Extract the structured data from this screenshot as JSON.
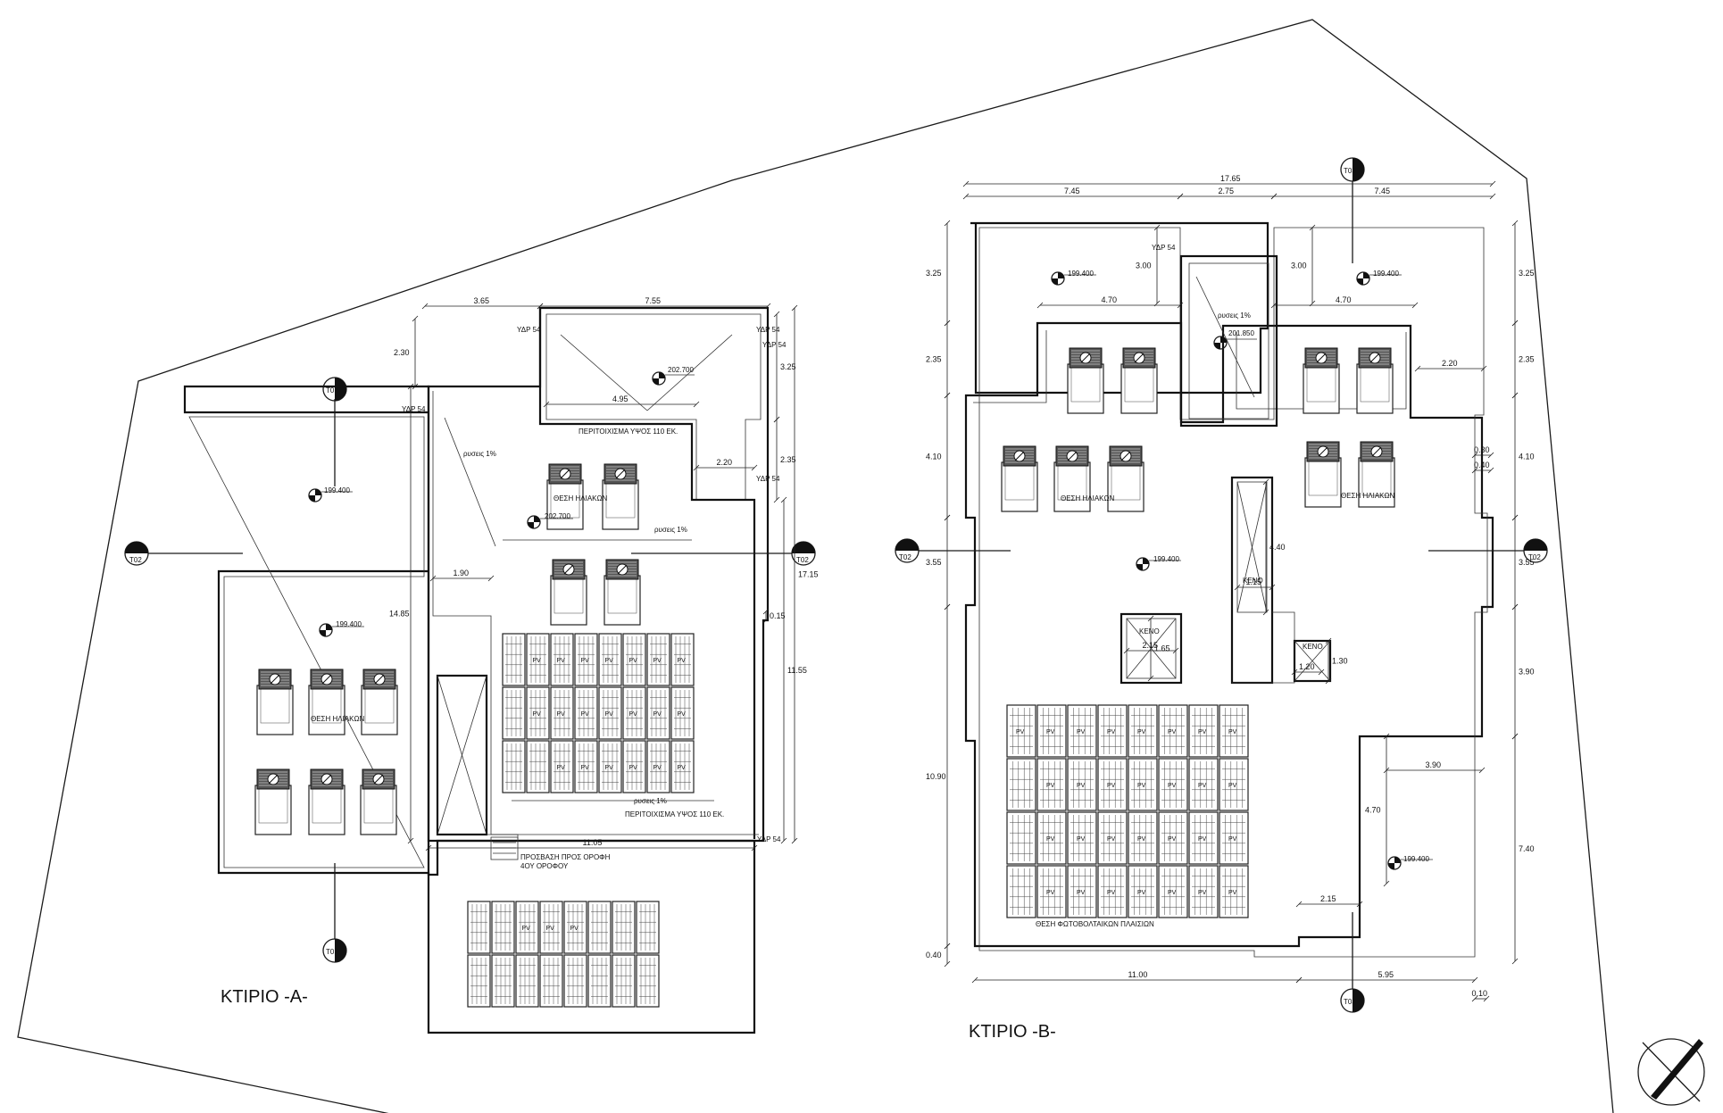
{
  "building_a": {
    "title": "ΚΤΙΡΙΟ -Α-",
    "labels": {
      "parapet_top": "ΠΕΡΙΤΟΙΧΙΣΜΑ ΥΨΟΣ 110 ΕΚ.",
      "parapet_bottom": "ΠΕΡΙΤΟΙΧΙΣΜΑ ΥΨΟΣ 110 ΕΚ.",
      "solar_pos_1": "ΘΕΣΗ ΗΛΙΑΚΩΝ",
      "solar_pos_2": "ΘΕΣΗ ΗΛΙΑΚΩΝ",
      "access_1": "ΠΡΟΣΒΑΣΗ ΠΡΟΣ ΟΡΟΦΗ",
      "access_2": "4ΟΥ ΟΡΟΦΟΥ",
      "slope_1": "ρυσεις 1%",
      "slope_2": "ρυσεις 1%",
      "slope_3": "ρυσεις 1%",
      "ydr_1": "ΥΔΡ 54",
      "ydr_2": "ΥΔΡ 54",
      "ydr_3": "ΥΔΡ 54",
      "ydr_4": "ΥΔΡ 54",
      "ydr_5": "ΥΔΡ 54",
      "ydr_6": "ΥΔΡ 54",
      "lvl_1": "202.700",
      "lvl_2": "202.700",
      "lvl_3": "199.400",
      "lvl_4": "199.400",
      "sec_t01_top": "T01",
      "sec_t01_bot": "T01",
      "sec_t02_left": "T02",
      "sec_t02_right": "T02"
    },
    "dims": [
      "3.65",
      "7.55",
      "2.30",
      "4.95",
      "3.25",
      "2.35",
      "2.20",
      "17.15",
      "14.85",
      "1.90",
      "0.15",
      "11.55",
      "11.05"
    ],
    "pv_label": "PV"
  },
  "building_b": {
    "title": "ΚΤΙΡΙΟ -Β-",
    "labels": {
      "solar_pos_1": "ΘΕΣΗ ΗΛΙΑΚΩΝ",
      "solar_pos_2": "ΘΕΣΗ ΗΛΙΑΚΩΝ",
      "pv_pos": "ΘΕΣΗ ΦΩΤΟΒΟΛΤΑΙΚΩΝ ΠΛΑΙΣΙΩΝ",
      "void_1": "ΚΕΝΟ",
      "void_2": "ΚΕΝΟ",
      "void_3": "ΚΕΝΟ",
      "slope_1": "ρυσεις 1%",
      "ydr_1": "ΥΔΡ 54",
      "lvl_1": "199.400",
      "lvl_2": "199.400",
      "lvl_3": "201.850",
      "lvl_4": "199.400",
      "lvl_5": "199.400",
      "sec_t03_top": "T03",
      "sec_t03_bot": "T03",
      "sec_t02_left": "T02",
      "sec_t02_right": "T02"
    },
    "dims": [
      "17.65",
      "7.45",
      "2.75",
      "7.45",
      "3.00",
      "3.00",
      "4.70",
      "4.70",
      "2.20",
      "3.25",
      "2.35",
      "4.10",
      "3.55",
      "10.90",
      "0.40",
      "3.25",
      "2.35",
      "4.10",
      "3.55",
      "3.90",
      "7.40",
      "0.30",
      "0.40",
      "4.40",
      "1.15",
      "2.15",
      "1.65",
      "1.30",
      "1.20",
      "3.90",
      "4.70",
      "2.15",
      "11.00",
      "5.95",
      "0.10"
    ],
    "pv_label": "PV"
  }
}
